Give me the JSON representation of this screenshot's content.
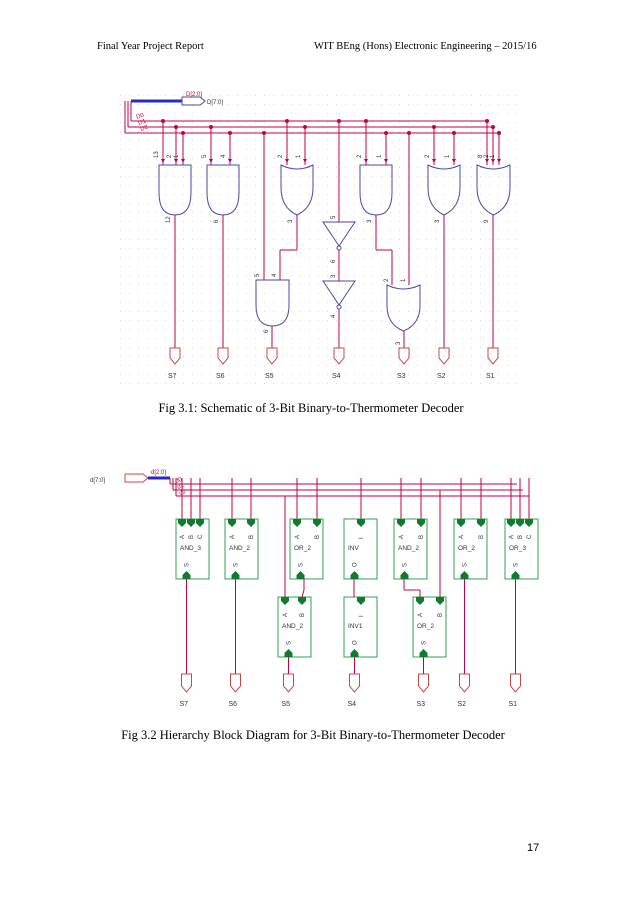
{
  "header": {
    "left": "Final Year Project Report",
    "right": "WIT BEng (Hons) Electronic Engineering – 2015/16"
  },
  "figure1": {
    "caption": "Fig 3.1:  Schematic of 3-Bit Binary-to-Thermometer Decoder",
    "bus_labels": [
      "D[2:0]",
      "D[7:0]",
      "D0",
      "D1",
      "D2"
    ],
    "outputs": [
      "S7",
      "S6",
      "S5",
      "S4",
      "S3",
      "S2",
      "S1"
    ],
    "pin_numbers": [
      "13",
      "2",
      "1",
      "5",
      "4",
      "2",
      "1",
      "2",
      "1",
      "2",
      "1",
      "8",
      "2",
      "1",
      "12",
      "6",
      "3",
      "3",
      "3",
      "9",
      "5",
      "4",
      "6",
      "5",
      "6",
      "3",
      "4",
      "2",
      "1",
      "3"
    ],
    "colors": {
      "wire": "#c0004a",
      "gate": "#4a4aa8",
      "bus": "#2a2ac0",
      "output": "#c84848",
      "grid": "#d8d8d8"
    }
  },
  "figure2": {
    "caption": "Fig 3.2 Hierarchy Block Diagram for 3-Bit Binary-to-Thermometer Decoder",
    "bus_labels": [
      "d[7:0]",
      "d[2:0]",
      "d0",
      "d1",
      "d2"
    ],
    "blocks": [
      {
        "name": "AND_3",
        "inputs": [
          "A",
          "B",
          "C"
        ],
        "output": "S"
      },
      {
        "name": "AND_2",
        "inputs": [
          "A",
          "B"
        ],
        "output": "S"
      },
      {
        "name": "OR_2",
        "inputs": [
          "A",
          "B"
        ],
        "output": "S"
      },
      {
        "name": "INV",
        "inputs": [
          "I"
        ],
        "output": "O"
      },
      {
        "name": "AND_2",
        "inputs": [
          "A",
          "B"
        ],
        "output": "S"
      },
      {
        "name": "OR_2",
        "inputs": [
          "A",
          "B"
        ],
        "output": "S"
      },
      {
        "name": "OR_3",
        "inputs": [
          "A",
          "B",
          "C"
        ],
        "output": "S"
      },
      {
        "name": "AND_2",
        "inputs": [
          "A",
          "B"
        ],
        "output": "S"
      },
      {
        "name": "INV1",
        "inputs": [
          "I"
        ],
        "output": "O"
      },
      {
        "name": "OR_2",
        "inputs": [
          "A",
          "B"
        ],
        "output": "S"
      }
    ],
    "outputs": [
      "S7",
      "S6",
      "S5",
      "S4",
      "S3",
      "S2",
      "S1"
    ],
    "colors": {
      "wire": "#c0004a",
      "block": "#30a050",
      "pin": "#107a30",
      "bus": "#2a2ac0",
      "output": "#c84848"
    }
  },
  "page_number": "17"
}
